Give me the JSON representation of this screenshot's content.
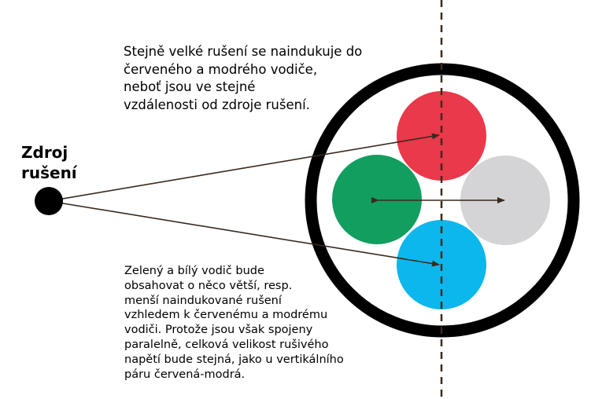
{
  "source_label": [
    "Zdroj",
    "rušení"
  ],
  "top_note": [
    "Stejně velké rušení se naindukuje do",
    "červeného a modrého vodiče,",
    "neboť jsou ve stejné",
    "vzdálenosti od zdroje rušení."
  ],
  "bottom_note": [
    "Zelený a bílý vodič bude",
    "obsahovat o něco větší, resp.",
    "menší naindukované rušení",
    "vzhledem k červenému a modrému",
    "vodiči. Protože jsou však spojeny",
    "paralelně, celková velikost rušivého",
    "napětí bude stejná, jako u vertikálního",
    "páru červená-modrá."
  ],
  "colors": {
    "red_conductor": "#e9394a",
    "green_conductor": "#129e5f",
    "white_conductor": "#d4d4d6",
    "blue_conductor": "#0bb7ec",
    "cable_jacket": "#000000",
    "arrow": "#3a2a1e",
    "symmetry_axis": "#3a2a1e"
  }
}
